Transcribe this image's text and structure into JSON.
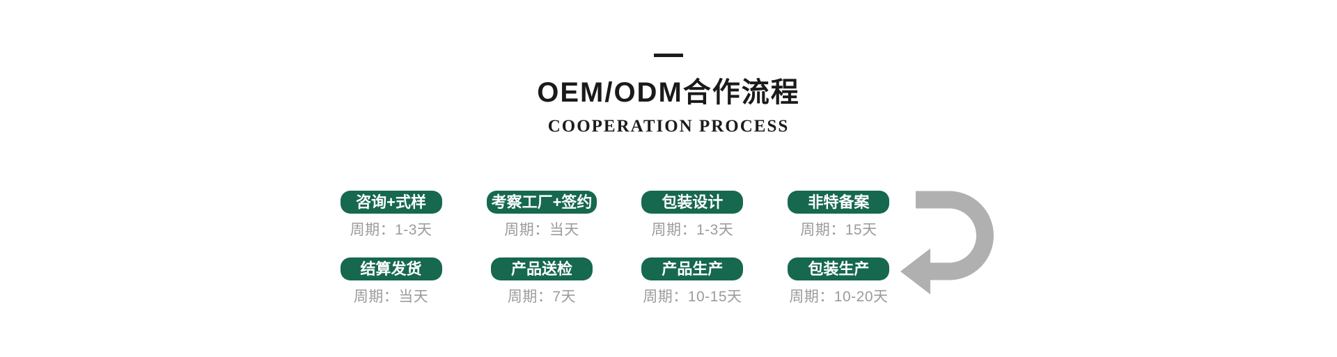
{
  "header": {
    "title": "OEM/ODM合作流程",
    "subtitle": "COOPERATION PROCESS"
  },
  "colors": {
    "accent_green": "#16684f",
    "cycle_gray": "#9b9b9b",
    "arrow_gray": "#b0b0b0",
    "heading_black": "#1a1a1a"
  },
  "steps": [
    {
      "label": "咨询+式样",
      "cycle": "周期：1-3天"
    },
    {
      "label": "考察工厂+签约",
      "cycle": "周期：当天"
    },
    {
      "label": "包装设计",
      "cycle": "周期：1-3天"
    },
    {
      "label": "非特备案",
      "cycle": "周期：15天"
    },
    {
      "label": "结算发货",
      "cycle": "周期：当天"
    },
    {
      "label": "产品送检",
      "cycle": "周期：7天"
    },
    {
      "label": "产品生产",
      "cycle": "周期：10-15天"
    },
    {
      "label": "包装生产",
      "cycle": "周期：10-20天"
    }
  ],
  "arrow": {
    "label": "u-turn-flow-arrow",
    "color": "#b0b0b0"
  }
}
